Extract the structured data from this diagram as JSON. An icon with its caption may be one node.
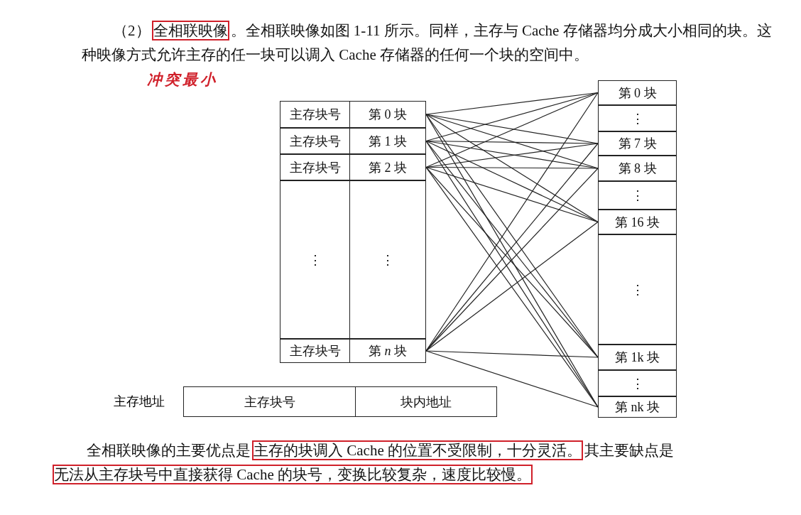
{
  "diagram": {
    "nodes": [
      {
        "text": [
          "主存块号"
        ]
      },
      {
        "text": [
          "第 0 块"
        ]
      },
      {
        "text": [
          "主存块号"
        ]
      },
      {
        "text": [
          "第 1 块"
        ]
      },
      {
        "text": [
          "主存块号"
        ]
      },
      {
        "text": [
          "第 2 块"
        ]
      },
      {
        "text": [
          "⋮"
        ]
      },
      {
        "text": [
          "⋮"
        ]
      },
      {
        "text": [
          "主存块号"
        ]
      },
      {
        "text": [
          "第 *n* 块"
        ]
      },
      {
        "text": [
          "第 0 块"
        ]
      },
      {
        "text": [
          "⋮"
        ]
      },
      {
        "text": [
          "第 7 块"
        ]
      },
      {
        "text": [
          "第 8 块"
        ]
      },
      {
        "text": [
          "⋮"
        ]
      },
      {
        "text": [
          "第 16 块"
        ]
      },
      {
        "text": [
          "⋮"
        ]
      },
      {
        "text": [
          "第 1k 块"
        ]
      },
      {
        "text": [
          "⋮"
        ]
      },
      {
        "text": [
          "第 nk 块"
        ]
      },
      {
        "text": [
          "主存块号"
        ]
      },
      {
        "text": [
          "块内地址"
        ]
      }
    ],
    "edges": [
      {
        "from": 1,
        "to": 10,
        "arrow": "none"
      },
      {
        "from": 1,
        "to": 12,
        "arrow": "none"
      },
      {
        "from": 1,
        "to": 13,
        "arrow": "none"
      },
      {
        "from": 1,
        "to": 15,
        "arrow": "none"
      },
      {
        "from": 1,
        "to": 17,
        "arrow": "none"
      },
      {
        "from": 1,
        "to": 19,
        "arrow": "none"
      },
      {
        "from": 3,
        "to": 10,
        "arrow": "none"
      },
      {
        "from": 3,
        "to": 12,
        "arrow": "none"
      },
      {
        "from": 3,
        "to": 13,
        "arrow": "none"
      },
      {
        "from": 3,
        "to": 15,
        "arrow": "none"
      },
      {
        "from": 3,
        "to": 17,
        "arrow": "none"
      },
      {
        "from": 3,
        "to": 19,
        "arrow": "none"
      },
      {
        "from": 5,
        "to": 10,
        "arrow": "none"
      },
      {
        "from": 5,
        "to": 12,
        "arrow": "none"
      },
      {
        "from": 5,
        "to": 13,
        "arrow": "none"
      },
      {
        "from": 5,
        "to": 15,
        "arrow": "none"
      },
      {
        "from": 5,
        "to": 17,
        "arrow": "none"
      },
      {
        "from": 5,
        "to": 19,
        "arrow": "none"
      },
      {
        "from": 9,
        "to": 10,
        "arrow": "none"
      },
      {
        "from": 9,
        "to": 12,
        "arrow": "none"
      },
      {
        "from": 9,
        "to": 13,
        "arrow": "none"
      },
      {
        "from": 9,
        "to": 15,
        "arrow": "none"
      },
      {
        "from": 9,
        "to": 17,
        "arrow": "none"
      },
      {
        "from": 9,
        "to": 19,
        "arrow": "none"
      }
    ],
    "labels": [
      "（2）",
      "全相联映像",
      "。全相联映像如图 1-11 所示。同样，主存与 Cache 存储器均分成大小相同的块。这种映像方式允许主存的任一块可以调入 Cache 存储器的任何一个块的空间中。",
      "冲突最小",
      "主存地址",
      "全相联映像的主要优点是",
      "主存的块调入 Cache 的位置不受限制，十分灵活。",
      "其主要缺点是",
      "无法从主存块号中直接获得 Cache 的块号，变换比较复杂，速度比较慢。"
    ]
  }
}
